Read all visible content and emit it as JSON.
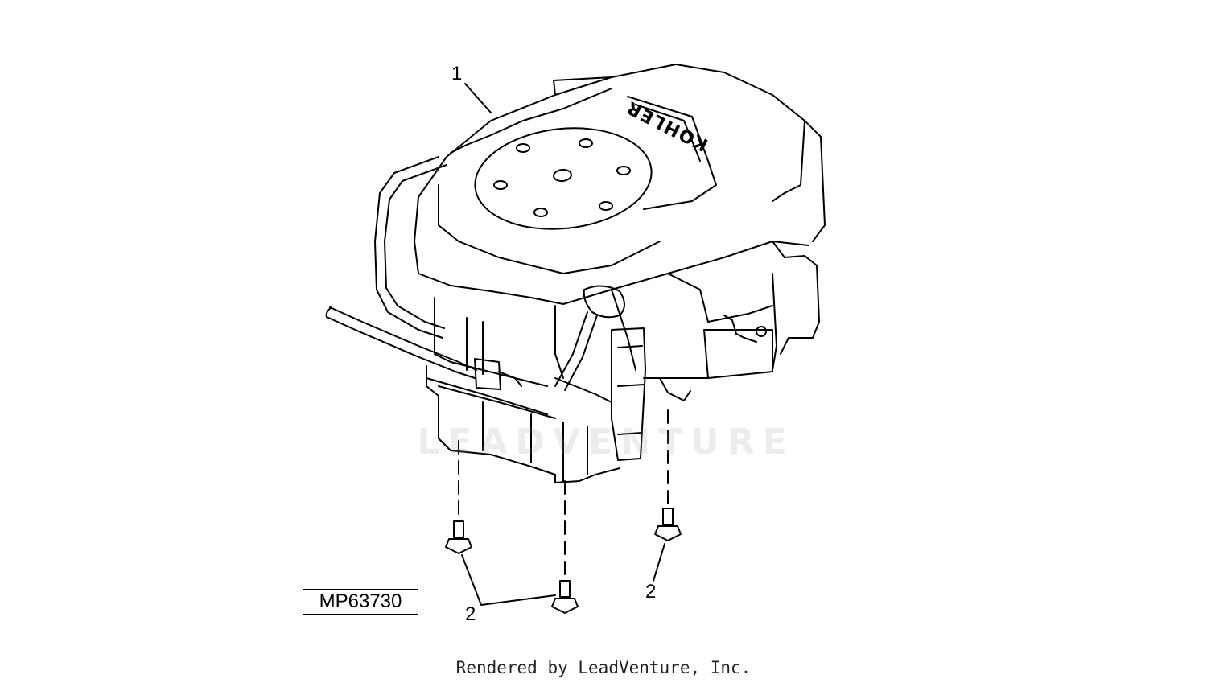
{
  "callouts": {
    "engine": "1",
    "bolt_left": "2",
    "bolt_right": "2"
  },
  "figure_id": "MP63730",
  "brand_on_engine": "KOHLER",
  "watermark": "LEADVENTURE",
  "footer": "Rendered by LeadVenture, Inc."
}
